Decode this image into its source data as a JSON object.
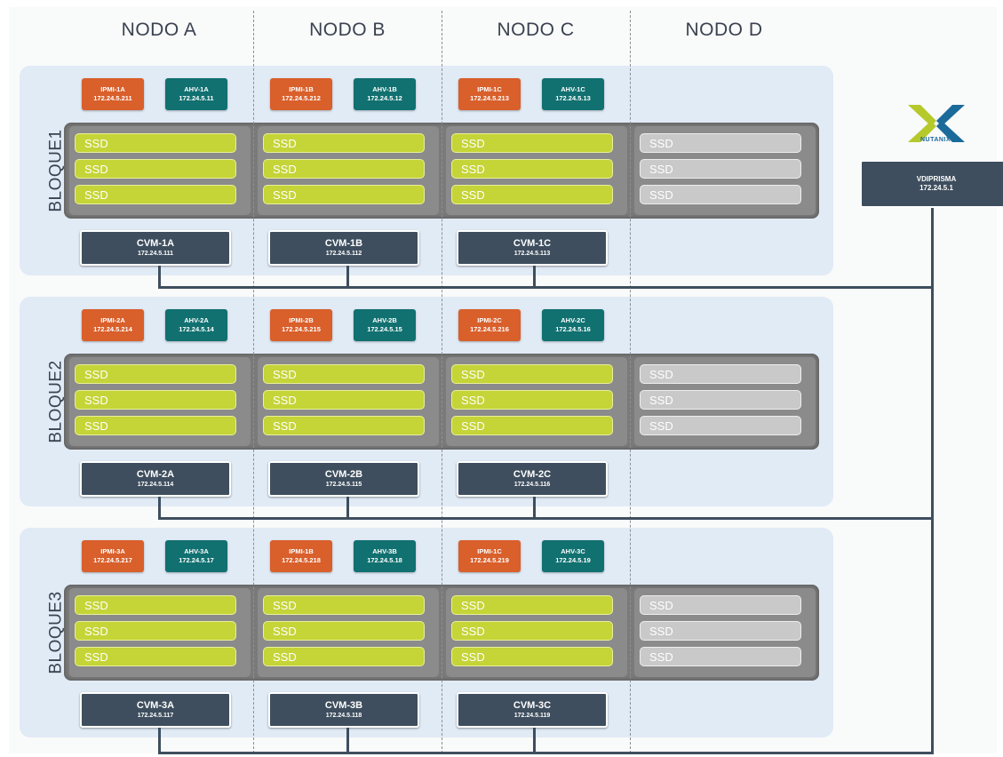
{
  "nodes": [
    "NODO A",
    "NODO B",
    "NODO C",
    "NODO D"
  ],
  "blocks": [
    {
      "label": "BLOQUE1",
      "ipmi": [
        {
          "name": "IPMI-1A",
          "ip": "172.24.5.211"
        },
        {
          "name": "IPMI-1B",
          "ip": "172.24.5.212"
        },
        {
          "name": "IPMI-1C",
          "ip": "172.24.5.213"
        }
      ],
      "ahv": [
        {
          "name": "AHV-1A",
          "ip": "172.24.5.11"
        },
        {
          "name": "AHV-1B",
          "ip": "172.24.5.12"
        },
        {
          "name": "AHV-1C",
          "ip": "172.24.5.13"
        }
      ],
      "cvm": [
        {
          "name": "CVM-1A",
          "ip": "172.24.5.111"
        },
        {
          "name": "CVM-1B",
          "ip": "172.24.5.112"
        },
        {
          "name": "CVM-1C",
          "ip": "172.24.5.113"
        }
      ]
    },
    {
      "label": "BLOQUE2",
      "ipmi": [
        {
          "name": "IPMI-2A",
          "ip": "172.24.5.214"
        },
        {
          "name": "IPMI-2B",
          "ip": "172.24.5.215"
        },
        {
          "name": "IPMI-2C",
          "ip": "172.24.5.216"
        }
      ],
      "ahv": [
        {
          "name": "AHV-2A",
          "ip": "172.24.5.14"
        },
        {
          "name": "AHV-2B",
          "ip": "172.24.5.15"
        },
        {
          "name": "AHV-2C",
          "ip": "172.24.5.16"
        }
      ],
      "cvm": [
        {
          "name": "CVM-2A",
          "ip": "172.24.5.114"
        },
        {
          "name": "CVM-2B",
          "ip": "172.24.5.115"
        },
        {
          "name": "CVM-2C",
          "ip": "172.24.5.116"
        }
      ]
    },
    {
      "label": "BLOQUE3",
      "ipmi": [
        {
          "name": "IPMI-3A",
          "ip": "172.24.5.217"
        },
        {
          "name": "IPMI-1B",
          "ip": "172.24.5.218"
        },
        {
          "name": "IPMI-1C",
          "ip": "172.24.5.219"
        }
      ],
      "ahv": [
        {
          "name": "AHV-3A",
          "ip": "172.24.5.17"
        },
        {
          "name": "AHV-3B",
          "ip": "172.24.5.18"
        },
        {
          "name": "AHV-3C",
          "ip": "172.24.5.19"
        }
      ],
      "cvm": [
        {
          "name": "CVM-3A",
          "ip": "172.24.5.117"
        },
        {
          "name": "CVM-3B",
          "ip": "172.24.5.118"
        },
        {
          "name": "CVM-3C",
          "ip": "172.24.5.119"
        }
      ]
    }
  ],
  "ssd_label": "SSD",
  "prism": {
    "name": "VDIPRISMA",
    "ip": "172.24.5.1"
  },
  "logo": {
    "icon": "nutanix-x-logo",
    "text": "NUTANIX"
  },
  "colors": {
    "ipmi": "#d95f2b",
    "ahv": "#117070",
    "ssd_active": "#c5d437",
    "ssd_empty": "#c9c9c9",
    "cvm": "#3e4e5e",
    "block_bg": "#e1ebf6"
  }
}
